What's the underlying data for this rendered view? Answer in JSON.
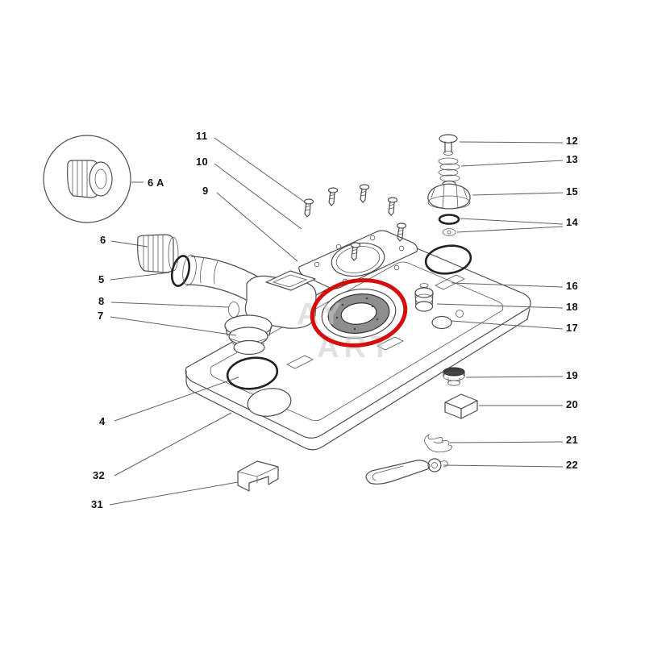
{
  "diagram": {
    "kind": "exploded-parts-diagram",
    "background": "#ffffff",
    "line_color": "#4d4d4d"
  },
  "highlight": {
    "color": "#d40000"
  },
  "watermark": {
    "line1": "AY",
    "line2": "ART"
  },
  "parts": {
    "p4": "4",
    "p5": "5",
    "p6": "6",
    "p6a": "6 A",
    "p7": "7",
    "p8": "8",
    "p9": "9",
    "p10": "10",
    "p11": "11",
    "p12": "12",
    "p13": "13",
    "p14": "14",
    "p15": "15",
    "p16": "16",
    "p17": "17",
    "p18": "18",
    "p19": "19",
    "p20": "20",
    "p21": "21",
    "p22": "22",
    "p31": "31",
    "p32": "32"
  }
}
